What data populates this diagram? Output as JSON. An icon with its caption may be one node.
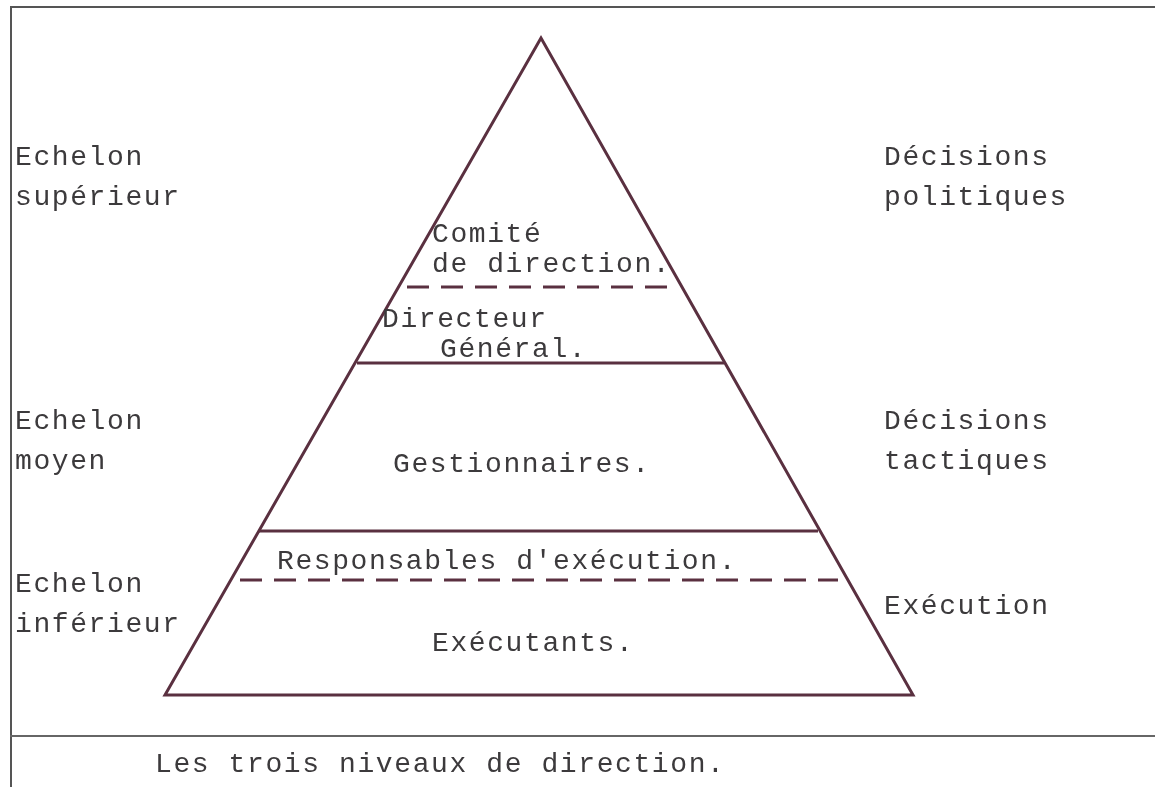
{
  "diagram": {
    "caption": "Les trois niveaux de direction.",
    "nodes": [
      {
        "text": [],
        "shape": "triangle"
      },
      {
        "text": [
          "Comité de direction."
        ],
        "in": 0
      },
      {
        "text": [
          "Directeur Général."
        ],
        "in": 0
      },
      {
        "text": [
          "Gestionnaires."
        ],
        "in": 0
      },
      {
        "text": [
          "Responsables d'exécution."
        ],
        "in": 0
      },
      {
        "text": [
          "Exécutants."
        ],
        "in": 0
      }
    ],
    "labels": [
      "Echelon supérieur",
      "Décisions politiques",
      "Echelon moyen",
      "Décisions tactiques",
      "Echelon inférieur",
      "Exécution"
    ]
  }
}
